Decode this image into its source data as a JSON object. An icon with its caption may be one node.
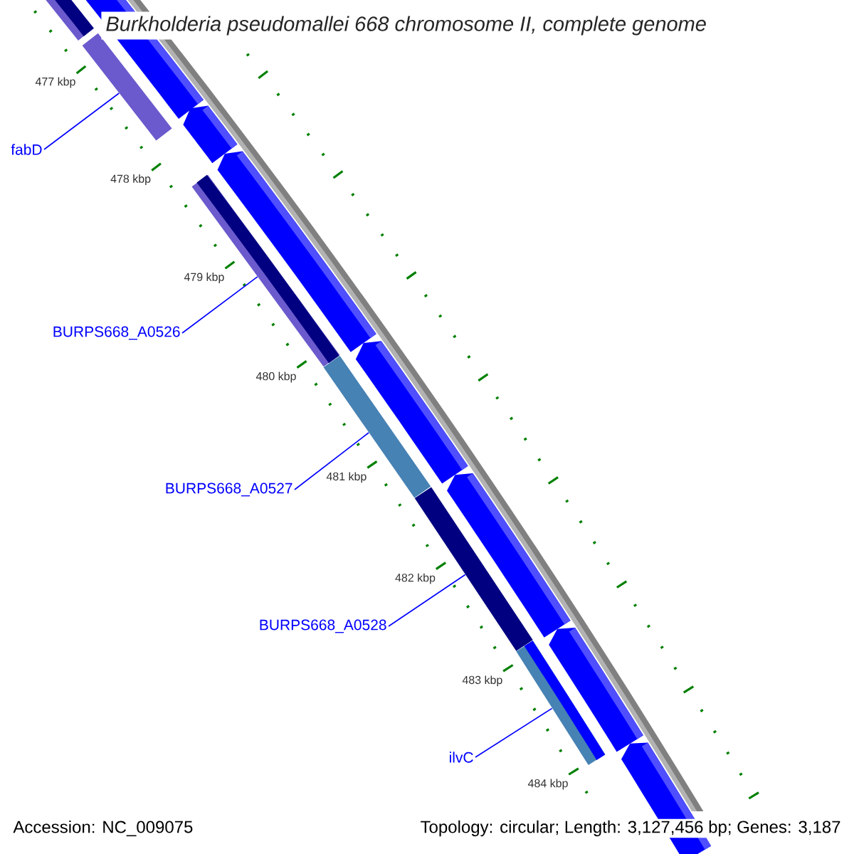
{
  "diagram": {
    "title": "Burkholderia pseudomallei 668 chromosome II, complete genome",
    "nodes": [
      {
        "text": [],
        "shape": "bar"
      },
      {
        "text": [
          "fabD"
        ]
      },
      {
        "text": [],
        "shape": "bar"
      },
      {
        "text": [
          "BURPS668_A0526"
        ]
      },
      {
        "text": [],
        "shape": "bar"
      },
      {
        "text": [
          "BURPS668_A0527"
        ]
      },
      {
        "text": [],
        "shape": "bar"
      },
      {
        "text": [
          "BURPS668_A0528"
        ]
      },
      {
        "text": [],
        "shape": "bar"
      },
      {
        "text": [
          "ilvC"
        ]
      },
      {
        "text": [],
        "shape": "bar"
      },
      {
        "text": [],
        "shape": "arrow"
      },
      {
        "text": [],
        "shape": "arrow"
      },
      {
        "text": [],
        "shape": "arrow"
      },
      {
        "text": [],
        "shape": "arrow"
      },
      {
        "text": [],
        "shape": "arrow"
      },
      {
        "text": [],
        "shape": "arrow"
      },
      {
        "text": [],
        "shape": "arrow"
      }
    ],
    "edges": [
      {
        "from": 1,
        "to": 0,
        "arrow": "none"
      },
      {
        "from": 3,
        "to": 2,
        "arrow": "none"
      },
      {
        "from": 5,
        "to": 4,
        "arrow": "none"
      },
      {
        "from": 7,
        "to": 6,
        "arrow": "none"
      },
      {
        "from": 9,
        "to": 8,
        "arrow": "none"
      }
    ],
    "labels": [
      "477 kbp",
      "478 kbp",
      "479 kbp",
      "480 kbp",
      "481 kbp",
      "482 kbp",
      "483 kbp",
      "484 kbp",
      "Accession: NC_009075",
      "Topology: circular; Length: 3,127,456 bp; Genes: 3,187"
    ]
  }
}
